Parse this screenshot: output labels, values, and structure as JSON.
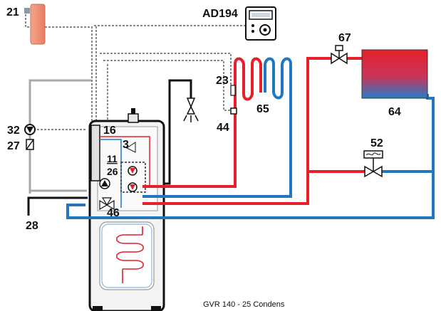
{
  "labels": {
    "thermostat": "21",
    "controller": "AD194",
    "valve_top": "67",
    "radiator": "64",
    "valve_lower": "52",
    "coil": "65",
    "sensor_23": "23",
    "sensor_44": "44",
    "pump": "32",
    "check_valve": "27",
    "drain": "28",
    "tank_top": "16",
    "valve_3": "3",
    "part_11": "11",
    "part_26": "26",
    "part_46": "46"
  },
  "caption": "GVR 140 - 25  Condens",
  "colors": {
    "supply": "#e5202a",
    "return": "#2278c0",
    "neutral": "#a8a8a8",
    "black": "#111111"
  }
}
